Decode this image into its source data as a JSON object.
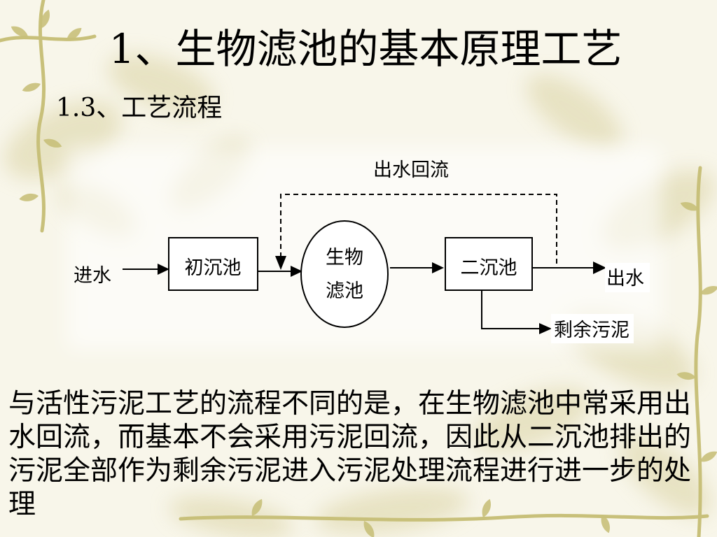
{
  "slide": {
    "title": "1、生物滤池的基本原理工艺",
    "subtitle": "1.3、工艺流程"
  },
  "diagram": {
    "recycle_label": "出水回流",
    "inlet_label": "进水",
    "primary_clarifier": "初沉池",
    "biofilter_line1": "生物",
    "biofilter_line2": "滤池",
    "secondary_clarifier": "二沉池",
    "outlet_label": "出水",
    "excess_sludge_label": "剩余污泥"
  },
  "paragraph": {
    "lines": [
      "与活性污泥工艺的流程不同的是，在生物滤池中常采用出",
      "水回流，而基本不会采用污泥回流，因此从二沉池排出的",
      "污泥全部作为剩余污泥进入污泥处理流程进行进一步的处",
      "理"
    ]
  },
  "colors": {
    "background": "#f8f6ea",
    "leaf": "#e2dcb6",
    "vine": "#c8c07a",
    "ink": "#000000"
  }
}
